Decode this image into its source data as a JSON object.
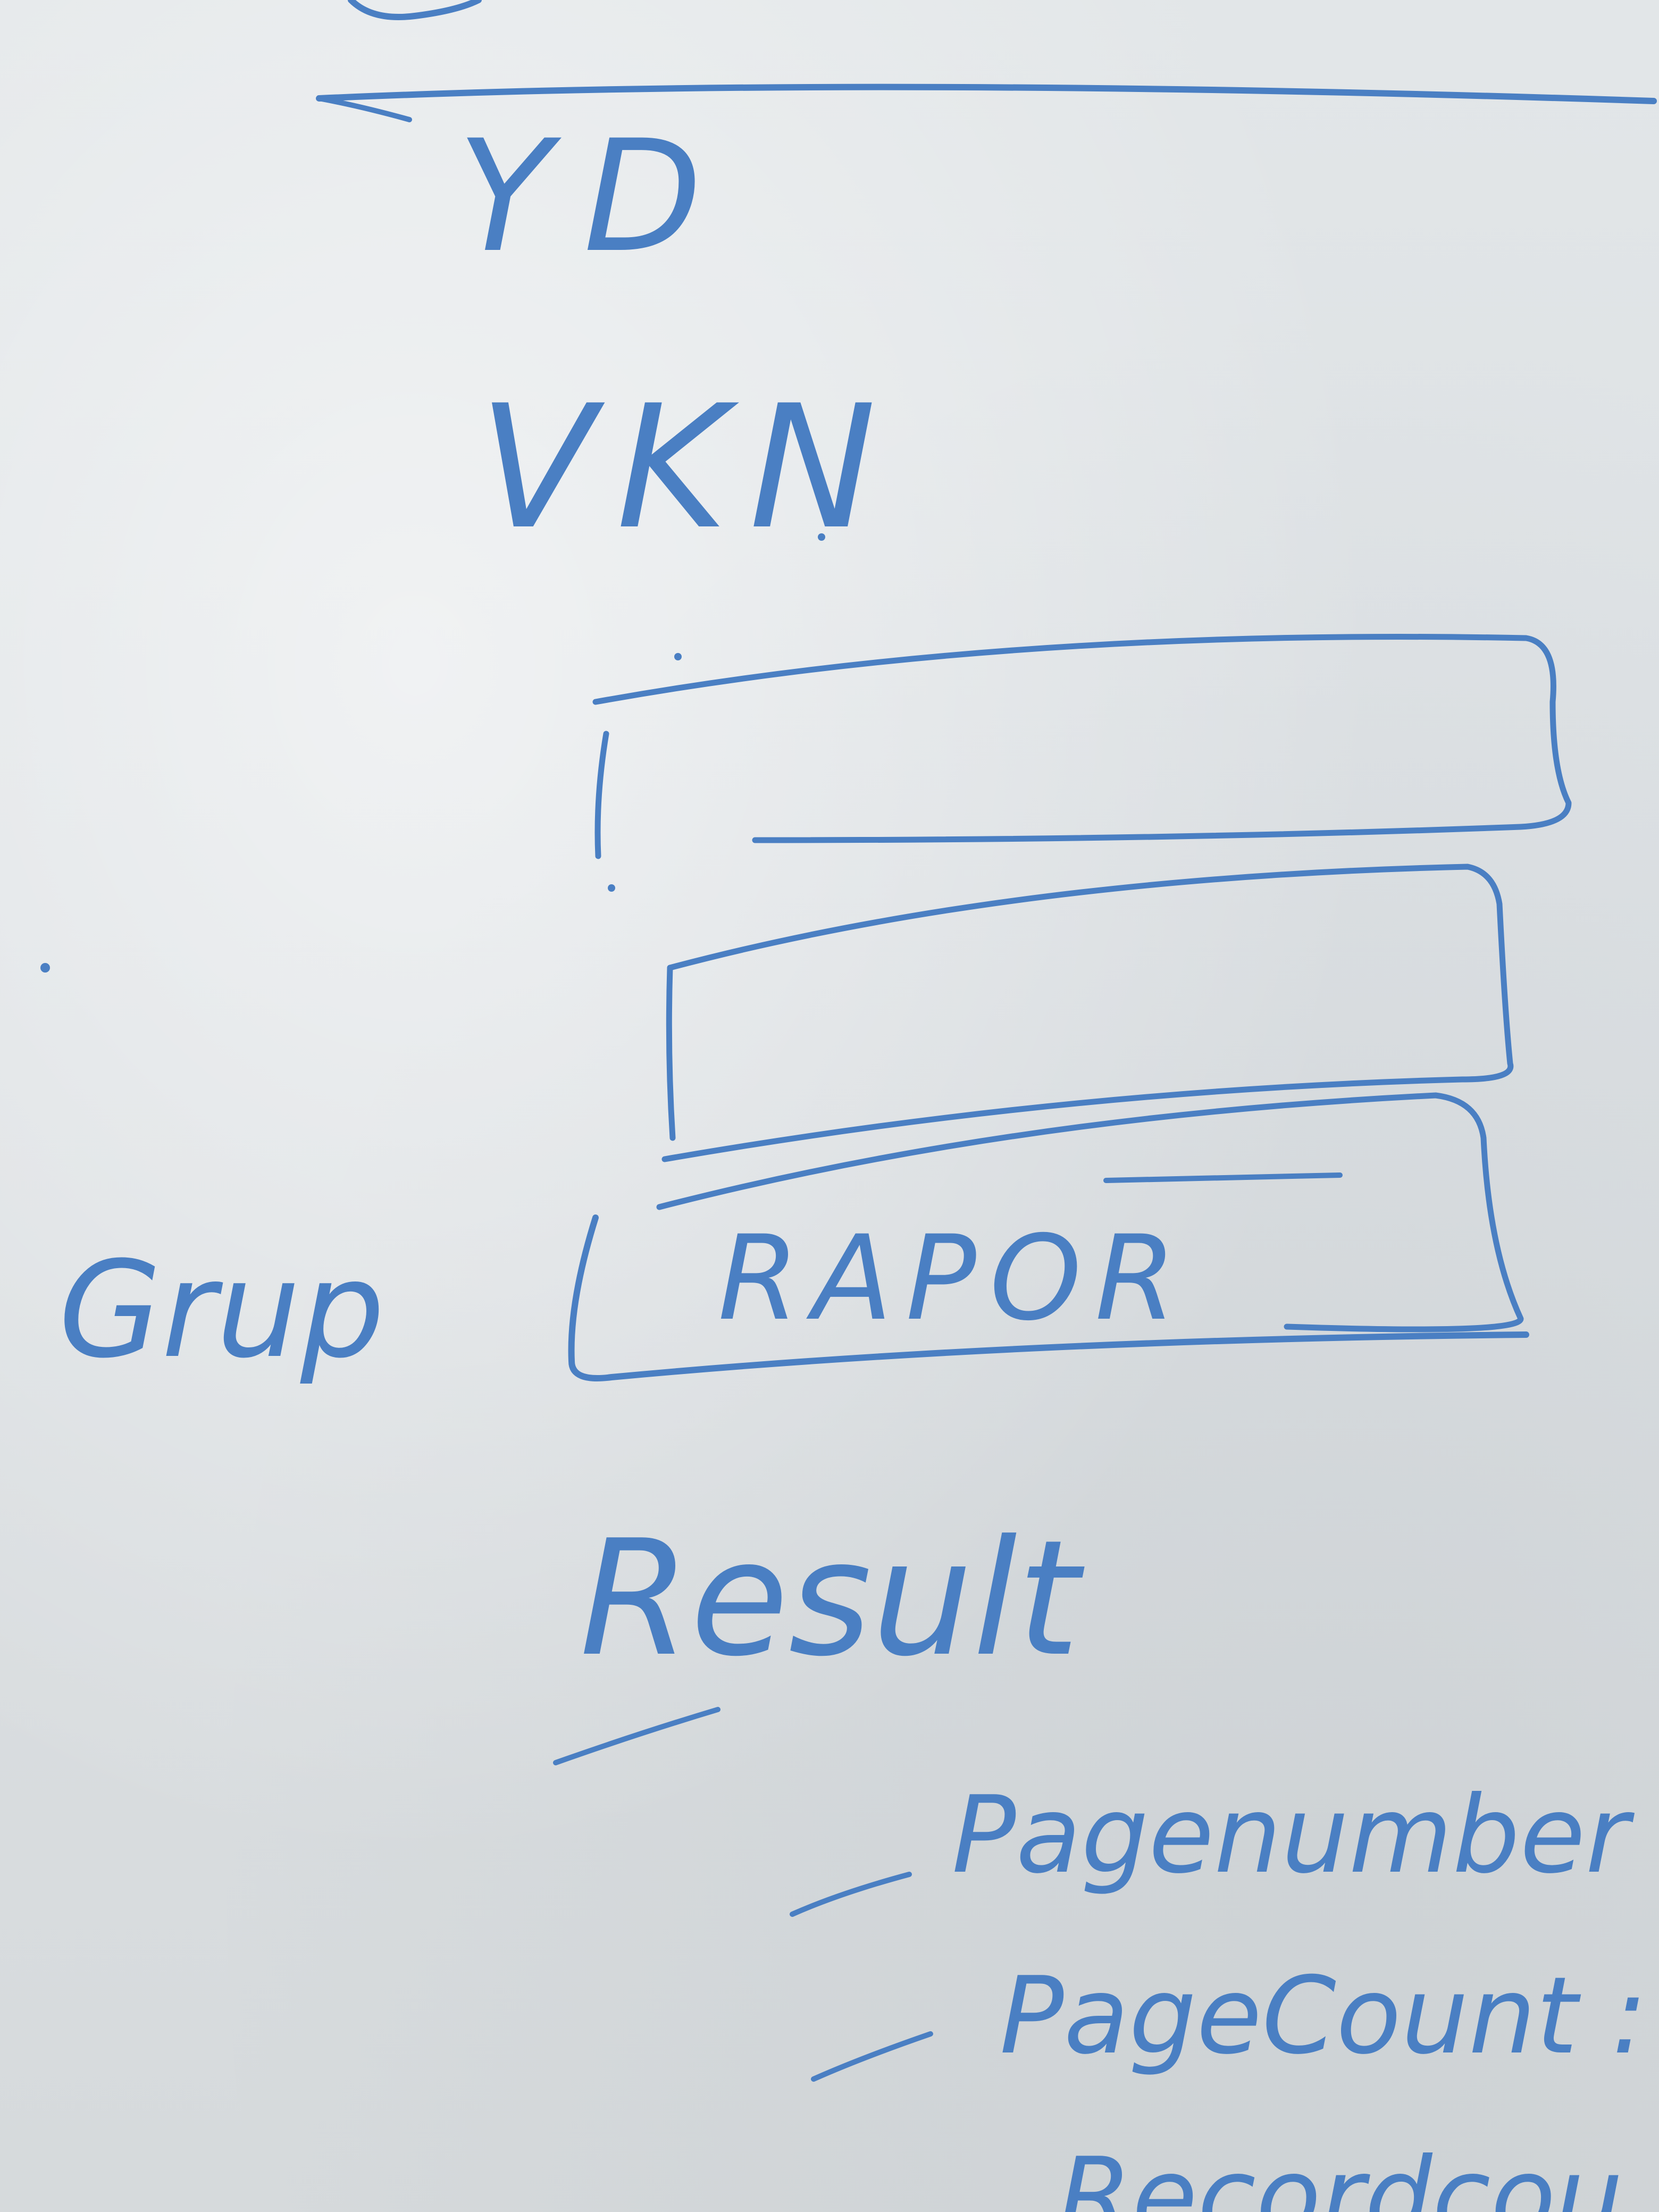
{
  "whiteboard": {
    "ink_color": "#4a7fc3",
    "labels": {
      "yd": "YD",
      "vkn": "VKN",
      "group": "Grup",
      "box_label": "RAPOR",
      "result": "Result",
      "result_items": [
        "Pagenumber :",
        "PageCount :",
        "Recordcou"
      ]
    }
  }
}
